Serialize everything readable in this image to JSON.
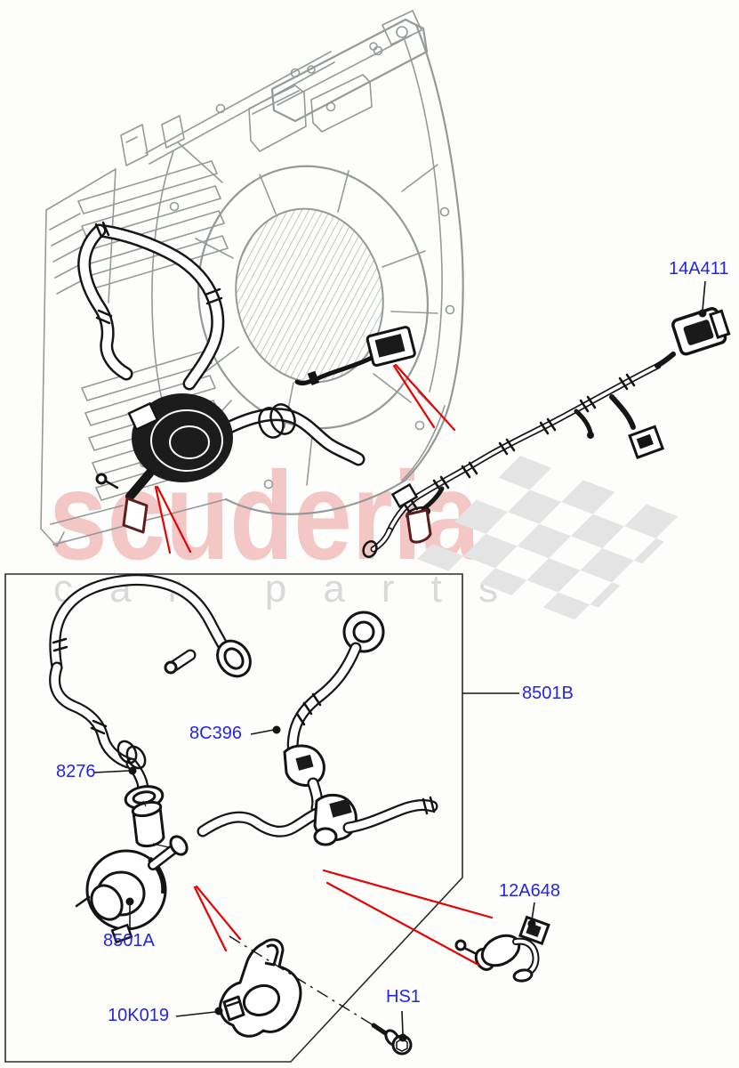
{
  "watermark": {
    "brand": "scuderia",
    "tagline": "car parts",
    "brand_color": "#f4c7c7",
    "tagline_color": "#d9d9d9",
    "flag_color": "#e4e4e4"
  },
  "diagram": {
    "description_colors": {
      "callout_label": "#2424e4",
      "pointer_arrow": "#e60000",
      "part_line": "#161616",
      "assembly_line": "#949a98"
    },
    "callouts": [
      {
        "code": "14A411"
      },
      {
        "code": "8501B"
      },
      {
        "code": "8C396"
      },
      {
        "code": "8276"
      },
      {
        "code": "8501A"
      },
      {
        "code": "10K019"
      },
      {
        "code": "HS1"
      },
      {
        "code": "12A648"
      }
    ]
  }
}
